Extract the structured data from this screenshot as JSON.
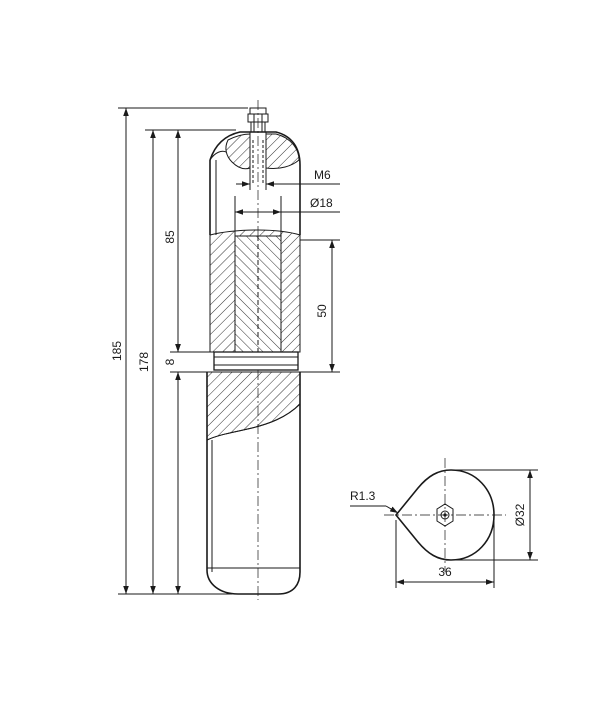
{
  "dimensions": {
    "overall_length": "185",
    "leaf_length": "178",
    "upper_section": "85",
    "gap": "8",
    "pin_zone": "50",
    "thread": "M6",
    "bore": "Ø18",
    "radius": "R1.3",
    "outer_diameter": "Ø32",
    "width": "36"
  }
}
